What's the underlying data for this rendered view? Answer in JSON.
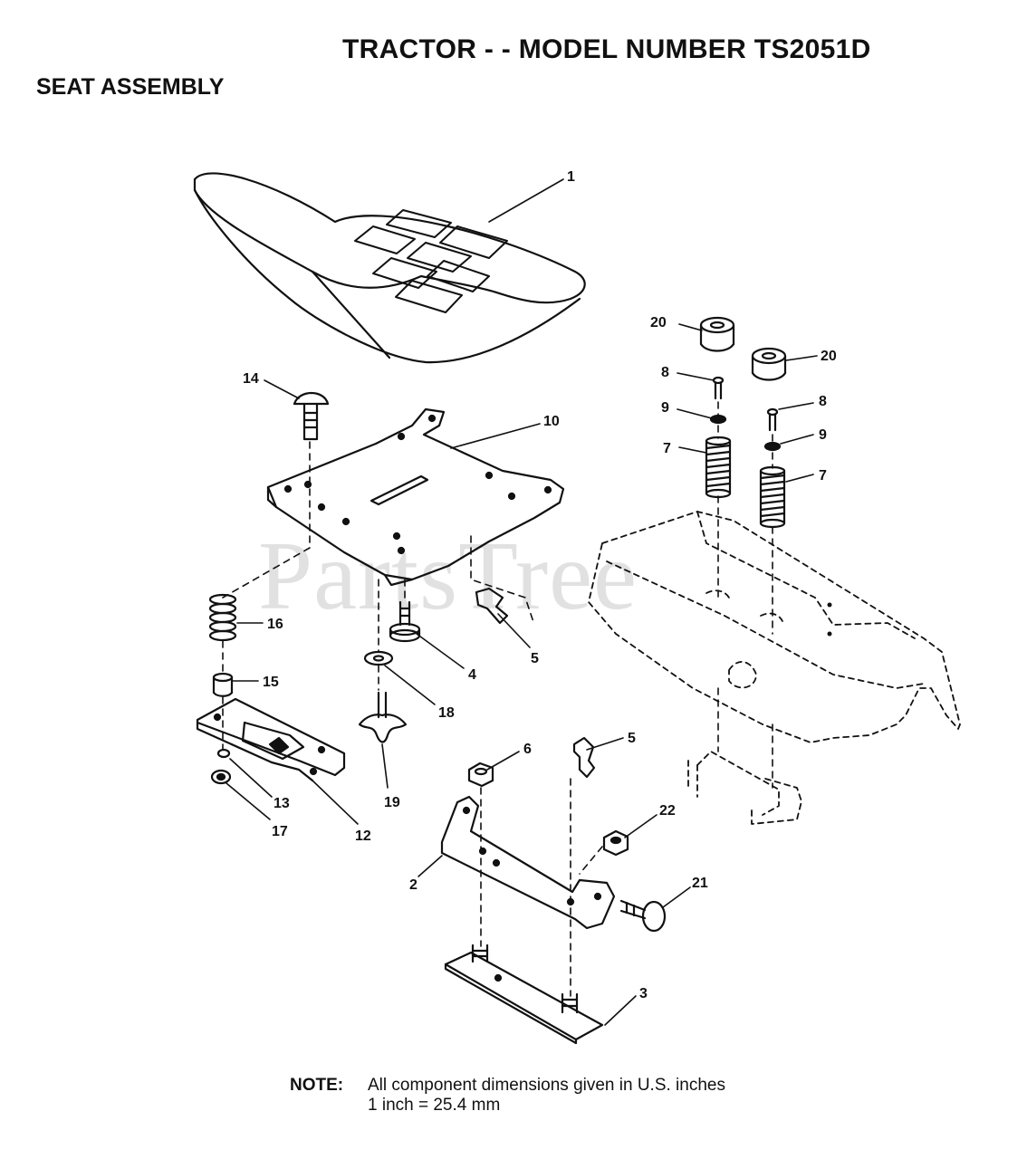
{
  "header": {
    "title": "TRACTOR - - MODEL NUMBER TS2051D",
    "subtitle": "SEAT ASSEMBLY"
  },
  "watermark": "PartsTree",
  "callouts": [
    {
      "id": "1",
      "label": "1"
    },
    {
      "id": "2",
      "label": "2"
    },
    {
      "id": "3",
      "label": "3"
    },
    {
      "id": "4",
      "label": "4"
    },
    {
      "id": "5a",
      "label": "5"
    },
    {
      "id": "5b",
      "label": "5"
    },
    {
      "id": "6",
      "label": "6"
    },
    {
      "id": "7a",
      "label": "7"
    },
    {
      "id": "7b",
      "label": "7"
    },
    {
      "id": "8a",
      "label": "8"
    },
    {
      "id": "8b",
      "label": "8"
    },
    {
      "id": "9a",
      "label": "9"
    },
    {
      "id": "9b",
      "label": "9"
    },
    {
      "id": "10",
      "label": "10"
    },
    {
      "id": "12",
      "label": "12"
    },
    {
      "id": "13",
      "label": "13"
    },
    {
      "id": "14",
      "label": "14"
    },
    {
      "id": "15",
      "label": "15"
    },
    {
      "id": "16",
      "label": "16"
    },
    {
      "id": "17",
      "label": "17"
    },
    {
      "id": "18",
      "label": "18"
    },
    {
      "id": "19",
      "label": "19"
    },
    {
      "id": "20a",
      "label": "20"
    },
    {
      "id": "20b",
      "label": "20"
    },
    {
      "id": "21",
      "label": "21"
    },
    {
      "id": "22",
      "label": "22"
    }
  ],
  "note": {
    "label": "NOTE:",
    "line1": "All component dimensions given in U.S. inches",
    "line2": "1 inch = 25.4 mm"
  }
}
